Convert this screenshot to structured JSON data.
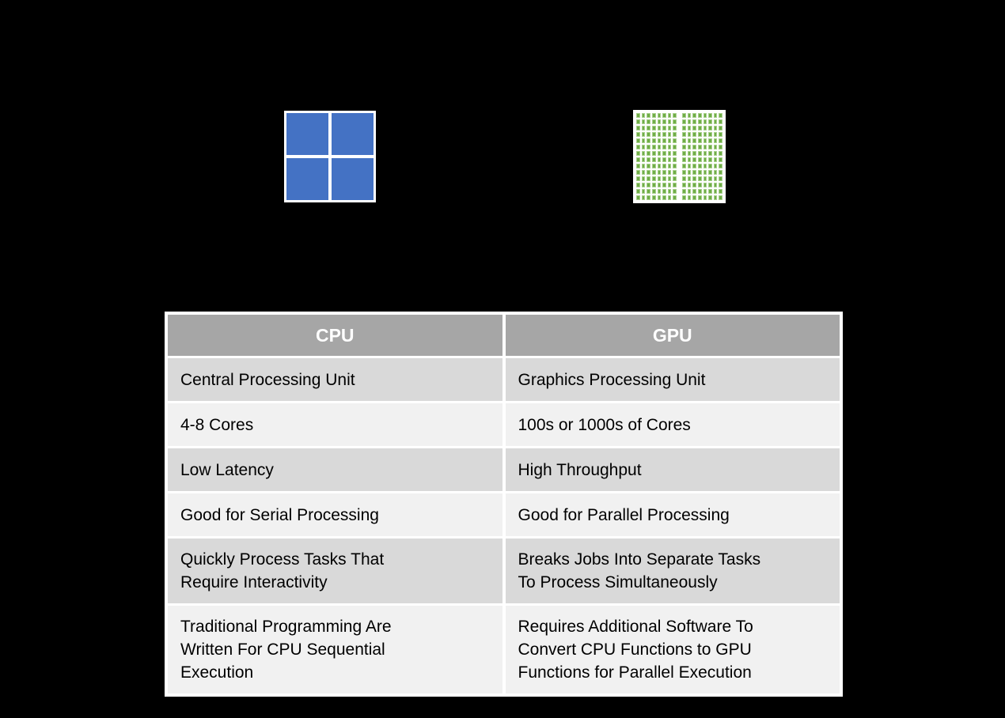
{
  "slide": {
    "background_color": "#000000"
  },
  "cpu_graphic": {
    "label": "cpu-core-grid",
    "core_color": "#4472C4",
    "rows": 2,
    "cols": 2
  },
  "gpu_graphic": {
    "label": "gpu-core-grid",
    "core_color": "#70AD47",
    "core_edge_color": "#A9D18E",
    "rows": 14,
    "cols_per_block": 8,
    "blocks": 2
  },
  "table": {
    "header": {
      "cpu": "CPU",
      "gpu": "GPU",
      "bg_color": "#A6A6A6",
      "text_color": "#FFFFFF"
    },
    "band_colors": [
      "#D9D9D9",
      "#F1F1F1"
    ],
    "rows": [
      {
        "cpu": "Central Processing Unit",
        "gpu": "Graphics Processing Unit"
      },
      {
        "cpu": "4-8 Cores",
        "gpu": "100s or 1000s of Cores"
      },
      {
        "cpu": "Low Latency",
        "gpu": "High Throughput"
      },
      {
        "cpu": "Good for Serial Processing",
        "gpu": "Good for Parallel Processing"
      },
      {
        "cpu": "Quickly Process Tasks That\nRequire Interactivity",
        "gpu": "Breaks Jobs Into Separate Tasks\nTo Process Simultaneously"
      },
      {
        "cpu": "Traditional Programming Are\nWritten For CPU Sequential\nExecution",
        "gpu": "Requires Additional Software To\nConvert CPU Functions to GPU\nFunctions for Parallel Execution"
      }
    ]
  }
}
